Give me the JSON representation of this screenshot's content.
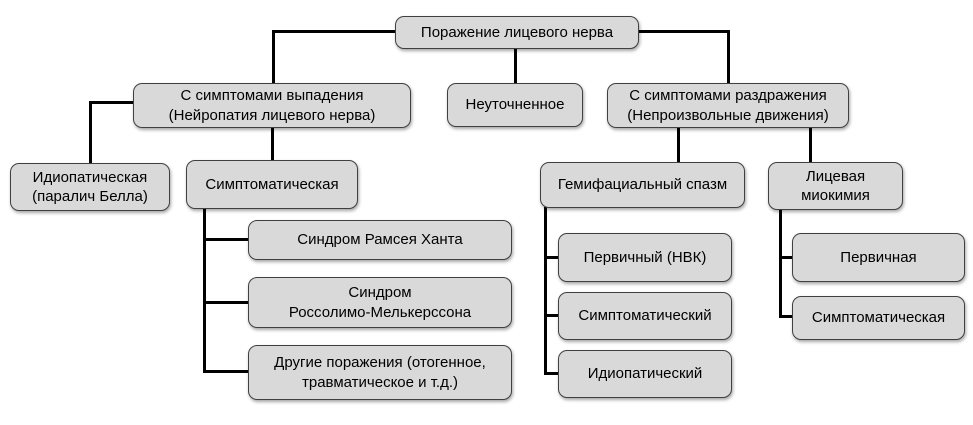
{
  "diagram": {
    "title": "Поражение лицевого нерва",
    "colors": {
      "background": "#ffffff",
      "box_fill": "#d9d9d9",
      "box_border": "#404040",
      "connector": "#000000",
      "text": "#000000"
    },
    "nodes": {
      "root": {
        "label": "Поражение лицевого нерва"
      },
      "loss": {
        "label": "С симптомами выпадения\n(Нейропатия лицевого нерва)"
      },
      "unspecified": {
        "label": "Неуточненное"
      },
      "irritation": {
        "label": "С симптомами раздражения\n(Непроизвольные движения)"
      },
      "idiopathic_bell": {
        "label": "Идиопатическая\n(паралич Белла)"
      },
      "symptomatic_loss": {
        "label": "Симптоматическая"
      },
      "ramsay_hunt": {
        "label": "Синдром Рамсея Ханта"
      },
      "rossolimo": {
        "label": "Синдром\nРоссолимо-Мелькерссона"
      },
      "other_lesions": {
        "label": "Другие поражения (отогенное,\nтравматическое и т.д.)"
      },
      "hemifacial_spasm": {
        "label": "Гемифациальный спазм"
      },
      "facial_myokymia": {
        "label": "Лицевая\nмиокимия"
      },
      "primary_nvk": {
        "label": "Первичный (НВК)"
      },
      "symptomatic_spasm": {
        "label": "Симптоматический"
      },
      "idiopathic_spasm": {
        "label": "Идиопатический"
      },
      "primary_myokymia": {
        "label": "Первичная"
      },
      "symptomatic_myokymia": {
        "label": "Симптоматическая"
      }
    }
  }
}
